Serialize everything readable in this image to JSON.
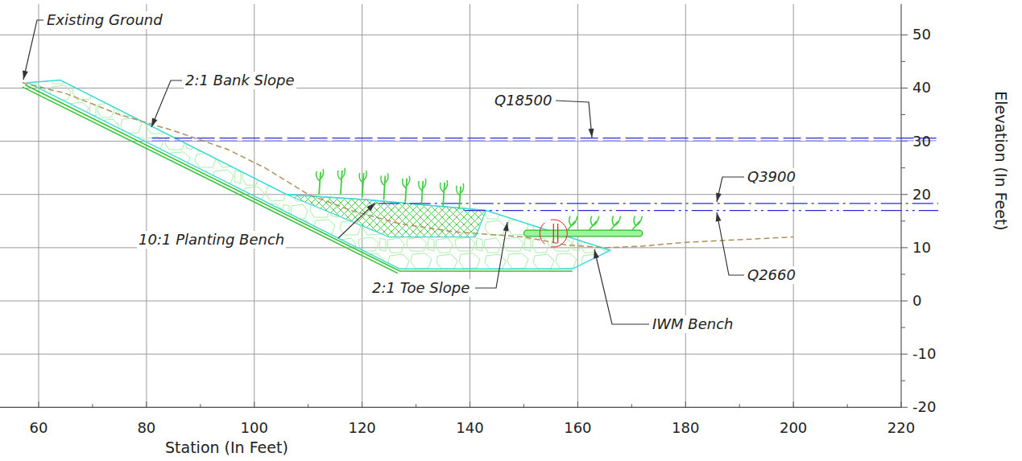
{
  "diagram": {
    "labels": [
      "Existing Ground",
      "2:1 Bank Slope",
      "Q18500",
      "Q3900",
      "10:1 Planting Bench",
      "2:1 Toe Slope",
      "Q2660",
      "IWM Bench",
      "Station (In Feet)",
      "Elevation (In Feet)",
      "60",
      "80",
      "100",
      "120",
      "140",
      "160",
      "180",
      "200",
      "220",
      "50",
      "40",
      "30",
      "20",
      "10",
      "0",
      "-10",
      "-20"
    ]
  }
}
